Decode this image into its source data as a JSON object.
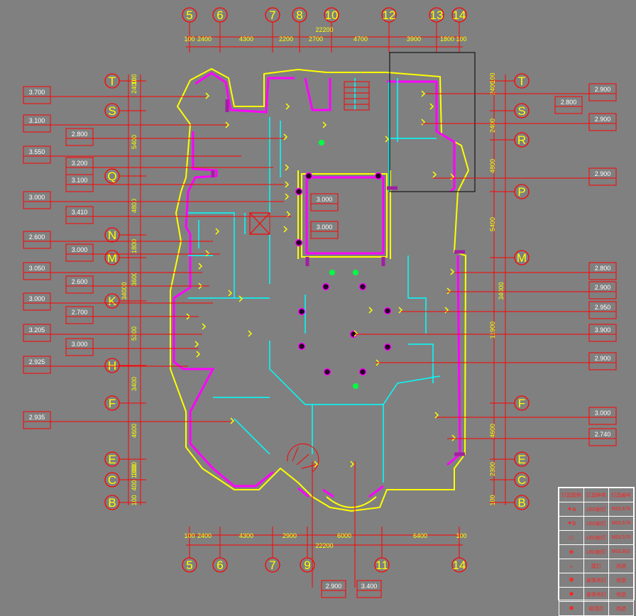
{
  "colors": {
    "background": "#808080",
    "red": "#ff0000",
    "yellow": "#ffff00",
    "cyan": "#00ffff",
    "magenta": "#ff00ff",
    "purple_wall": "#a020a0",
    "white": "#ffffff",
    "green": "#00ff40"
  },
  "grid_axes": {
    "top_columns": [
      "5",
      "6",
      "7",
      "8",
      "10",
      "12",
      "13",
      "14"
    ],
    "bottom_columns": [
      "5",
      "6",
      "7",
      "9",
      "11",
      "14"
    ],
    "left_rows": [
      "T",
      "S",
      "Q",
      "N",
      "M",
      "K",
      "H",
      "F",
      "E",
      "C",
      "B"
    ],
    "right_rows": [
      "T",
      "S",
      "R",
      "P",
      "M",
      "F",
      "E",
      "C",
      "B"
    ]
  },
  "dimensions": {
    "top_total": "22200",
    "top_segments": [
      "100",
      "2400",
      "4300",
      "2200",
      "2700",
      "4700",
      "3900",
      "1800",
      "100"
    ],
    "bottom_total": "22200",
    "bottom_segments": [
      "100",
      "2400",
      "4300",
      "2900",
      "6000",
      "6400",
      "100"
    ],
    "left_total": "34000",
    "left_segments": [
      "100",
      "2400",
      "5400",
      "4800",
      "1800",
      "3600",
      "5300",
      "3400",
      "4600",
      "1000",
      "1300",
      "400",
      "100"
    ],
    "right_total": "34000",
    "right_segments": [
      "100",
      "2400",
      "2400",
      "4800",
      "5400",
      "11900",
      "4600",
      "2300",
      "100"
    ]
  },
  "left_heights": [
    "3.700",
    "3.100",
    "2.800",
    "3.550",
    "3.200",
    "3.100",
    "3.000",
    "3.410",
    "2.600",
    "3.000",
    "3.050",
    "2.600",
    "3.000",
    "2.700",
    "3.205",
    "3.000",
    "2.925",
    "2.935"
  ],
  "right_heights": [
    "2.900",
    "2.800",
    "2.900",
    "2.900",
    "2.800",
    "2.900",
    "2.950",
    "3.900",
    "2.900",
    "3.000",
    "2.740"
  ],
  "center_heights": [
    "3.000",
    "3.000"
  ],
  "bottom_heights": [
    "2.900",
    "3.400"
  ],
  "legend": {
    "headers": [
      "灯具图例",
      "灯具种类",
      "灯具编号"
    ],
    "rows": [
      {
        "icon": "downlight-a-icon",
        "glyph": "✦a",
        "type": "LED射灯",
        "code": "MDL576"
      },
      {
        "icon": "downlight-b-icon",
        "glyph": "✦b",
        "type": "LED射灯",
        "code": "MDL576"
      },
      {
        "icon": "spotlight-icon",
        "glyph": "◇",
        "type": "LED射灯",
        "code": "MDL576"
      },
      {
        "icon": "led-spot-icon",
        "glyph": "◈",
        "type": "LED射灯",
        "code": "MDL602"
      },
      {
        "icon": "wall-lamp-icon",
        "glyph": "♁",
        "type": "壁灯",
        "code": "待选"
      },
      {
        "icon": "chandelier-icon",
        "glyph": "✺",
        "type": "装饰吊灯",
        "code": "待选"
      },
      {
        "icon": "pendant-icon",
        "glyph": "✹",
        "type": "装饰吊灯",
        "code": "待选"
      },
      {
        "icon": "ceiling-lamp-icon",
        "glyph": "✸",
        "type": "吸顶灯",
        "code": "待选"
      }
    ]
  }
}
